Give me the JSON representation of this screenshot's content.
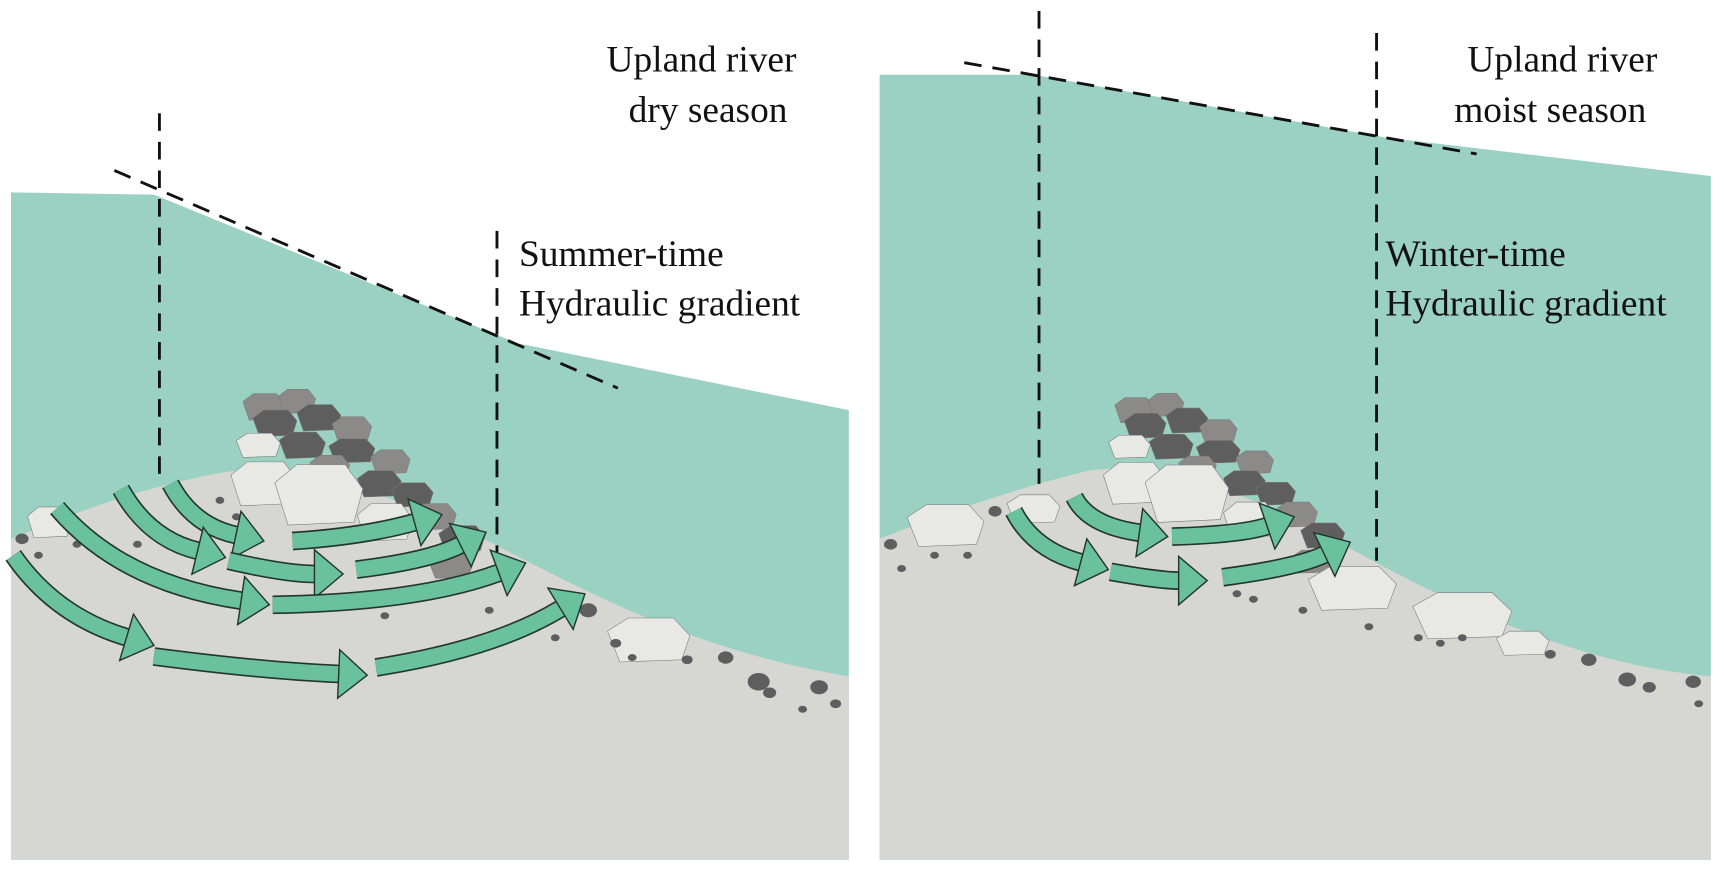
{
  "panels": [
    {
      "title_line1": "Upland river",
      "title_line2": "dry season",
      "gradient_line1": "Summer-time",
      "gradient_line2": "Hydraulic gradient"
    },
    {
      "title_line1": "Upland river",
      "title_line2": "moist season",
      "gradient_line1": "Winter-time",
      "gradient_line2": "Hydraulic gradient"
    }
  ],
  "colors": {
    "water": "#9bd1c3",
    "ground": "#d6d7d2",
    "flow_arrow": "#6ac19e",
    "rock_dark": "#5e5e5e",
    "rock_mid": "#8c8a89",
    "rock_light": "#e8e8e5"
  }
}
